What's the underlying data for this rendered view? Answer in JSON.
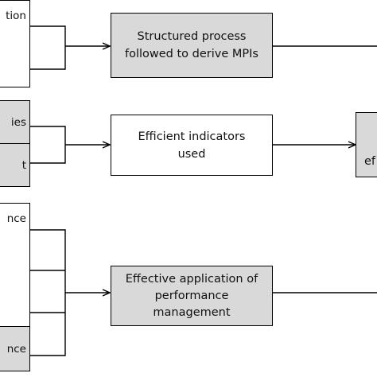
{
  "diagram": {
    "left_fragments": {
      "row1_top": "tion",
      "row2_top": "ies",
      "row2_bottom": "t",
      "row3_top": "nce",
      "row3_bottom": "nce"
    },
    "center_boxes": {
      "structured": "Structured process followed to derive MPIs",
      "efficient": "Efficient indicators used",
      "effective": "Effective application of performance management"
    },
    "right_fragment": "ef"
  }
}
